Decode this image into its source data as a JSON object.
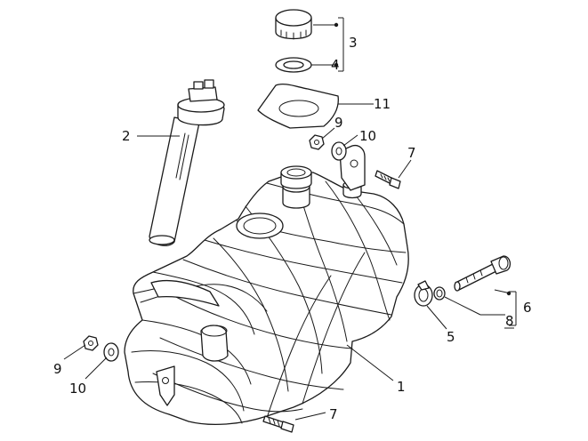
{
  "callouts": [
    {
      "id": "c1",
      "text": "1"
    },
    {
      "id": "c2",
      "text": "2"
    },
    {
      "id": "c3",
      "text": "3"
    },
    {
      "id": "c4",
      "text": "4"
    },
    {
      "id": "c5",
      "text": "5"
    },
    {
      "id": "c6",
      "text": "6"
    },
    {
      "id": "c7a",
      "text": "7"
    },
    {
      "id": "c7b",
      "text": "7"
    },
    {
      "id": "c8",
      "text": "8"
    },
    {
      "id": "c9a",
      "text": "9"
    },
    {
      "id": "c9b",
      "text": "9"
    },
    {
      "id": "c10a",
      "text": "10"
    },
    {
      "id": "c10b",
      "text": "10"
    },
    {
      "id": "c11",
      "text": "11"
    }
  ]
}
